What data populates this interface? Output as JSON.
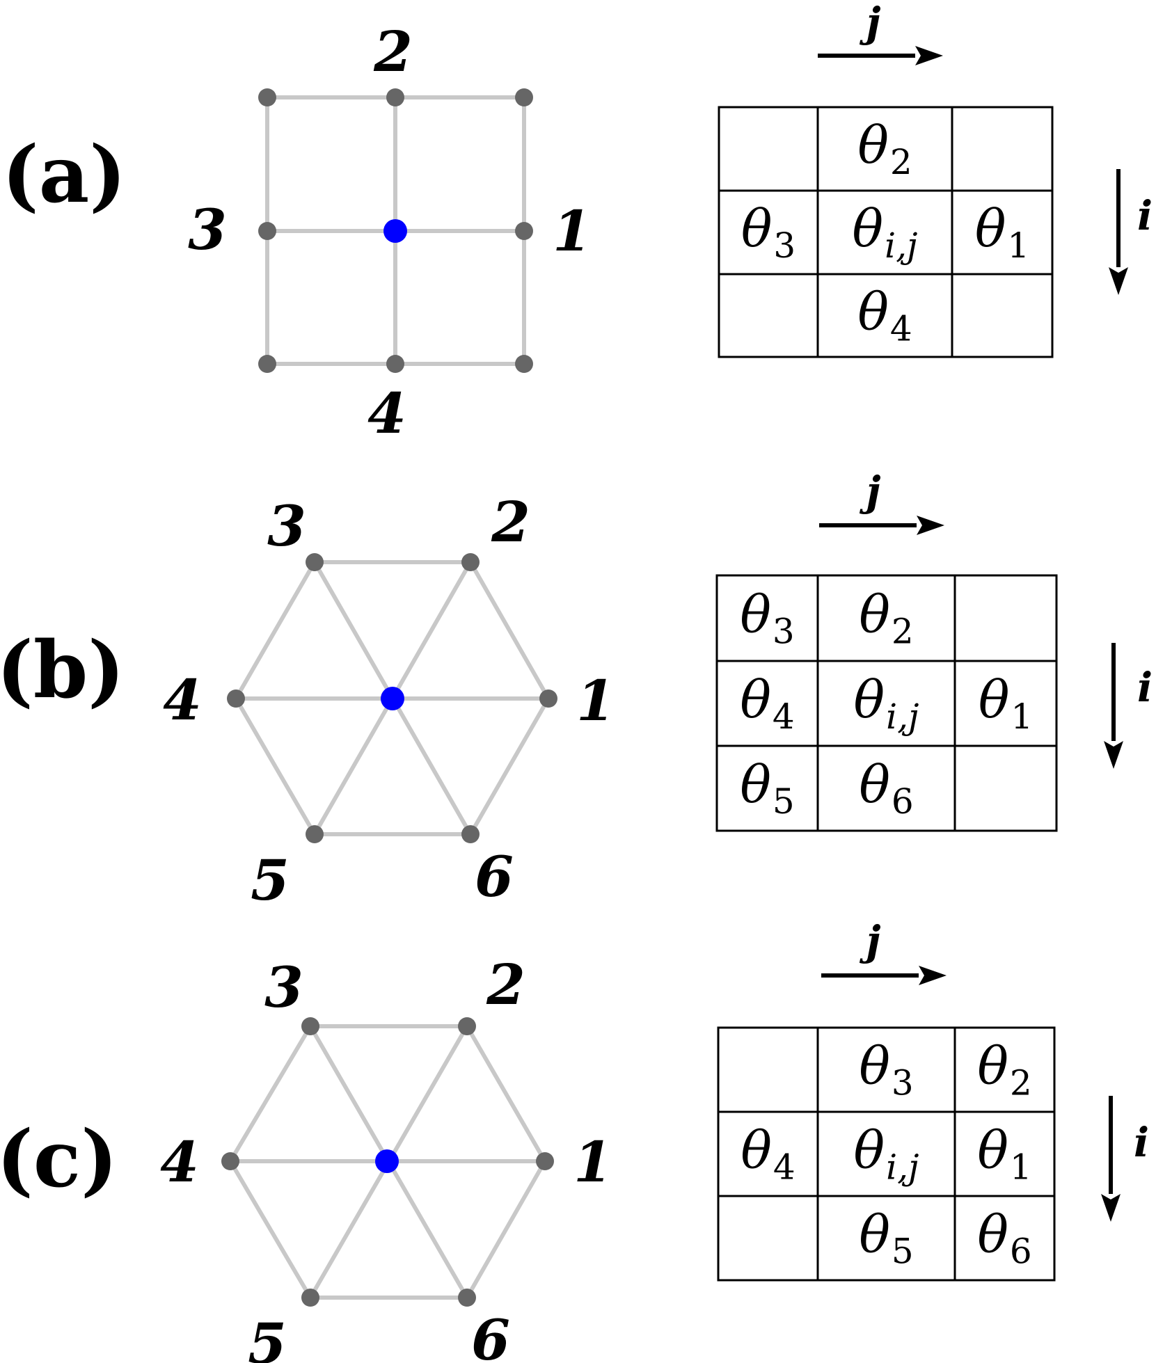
{
  "colors": {
    "edge": "#c8c8c8",
    "node": "#666666",
    "center": "#0000ff",
    "ink": "#000000"
  },
  "axes": {
    "horizontal": "j",
    "vertical": "i"
  },
  "panels": [
    {
      "label": "(a)",
      "lattice": "square",
      "neighbors": [
        "1",
        "2",
        "3",
        "4"
      ],
      "cells": [
        [
          "",
          "θ|2",
          ""
        ],
        [
          "θ|3",
          "θ|i,j",
          "θ|1"
        ],
        [
          "",
          "θ|4",
          ""
        ]
      ]
    },
    {
      "label": "(b)",
      "lattice": "hexagonal",
      "neighbors": [
        "1",
        "2",
        "3",
        "4",
        "5",
        "6"
      ],
      "cells": [
        [
          "θ|3",
          "θ|2",
          ""
        ],
        [
          "θ|4",
          "θ|i,j",
          "θ|1"
        ],
        [
          "θ|5",
          "θ|6",
          ""
        ]
      ]
    },
    {
      "label": "(c)",
      "lattice": "hexagonal",
      "neighbors": [
        "1",
        "2",
        "3",
        "4",
        "5",
        "6"
      ],
      "cells": [
        [
          "",
          "θ|3",
          "θ|2"
        ],
        [
          "θ|4",
          "θ|i,j",
          "θ|1"
        ],
        [
          "",
          "θ|5",
          "θ|6"
        ]
      ]
    }
  ]
}
